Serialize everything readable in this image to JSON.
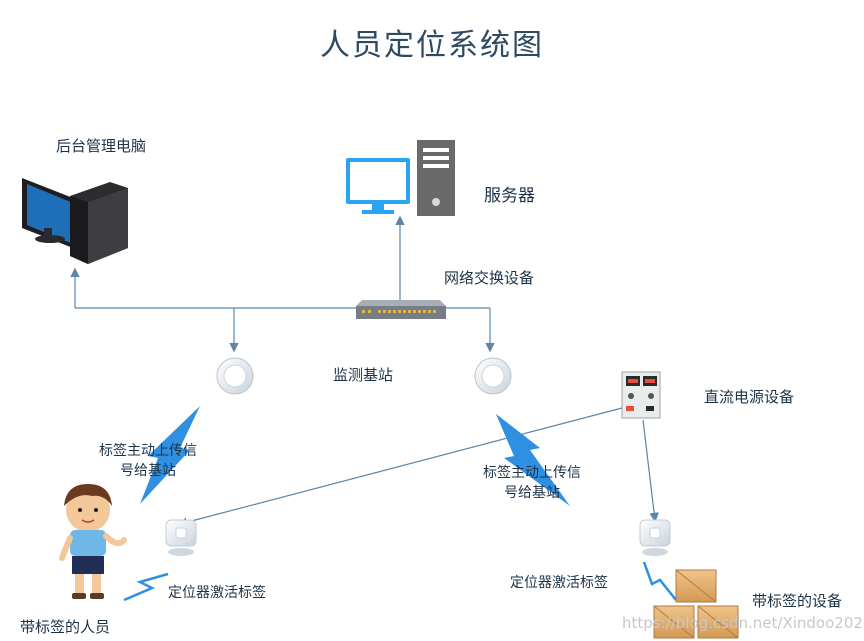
{
  "title": "人员定位系统图",
  "labels": {
    "admin_pc": "后台管理电脑",
    "server": "服务器",
    "switch": "网络交换设备",
    "base_station": "监测基站",
    "dc_power": "直流电源设备",
    "tag_upload_left_1": "标签主动上传信",
    "tag_upload_left_2": "号给基站",
    "tag_upload_right_1": "标签主动上传信",
    "tag_upload_right_2": "号给基站",
    "locator_left": "定位器激活标签",
    "locator_right": "定位器激活标签",
    "person": "带标签的人员",
    "equipment": "带标签的设备"
  },
  "watermark": "https://blog.csdn.net/Xindoo2020",
  "colors": {
    "line": "#5b86a8",
    "bolt": "#2f8fe0",
    "monitor_blue": "#2aa3f0",
    "server_gray": "#6a6a6a",
    "title": "#2e4a63"
  }
}
